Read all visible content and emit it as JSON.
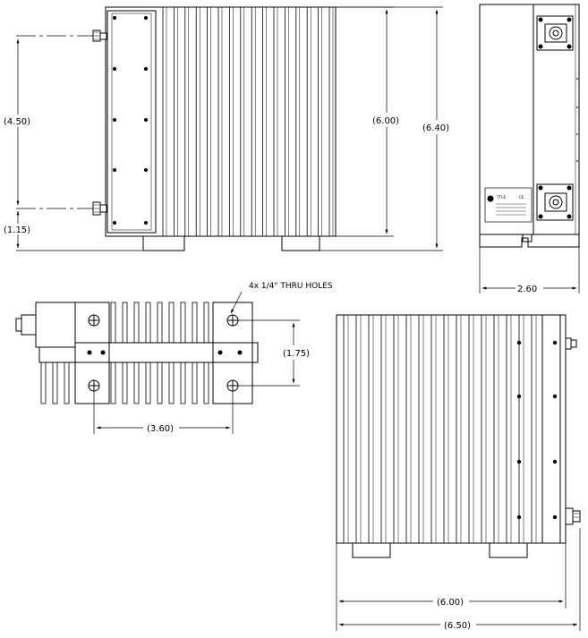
{
  "dimensions": {
    "front_height_inner": "(6.00)",
    "front_height_outer": "(6.40)",
    "connector_spacing": "(4.50)",
    "connector_bottom": "(1.15)",
    "side_depth": "2.60",
    "mount_hole_spacing_v": "(1.75)",
    "mount_hole_spacing_h": "(3.60)",
    "rear_width_inner": "(6.00)",
    "rear_width_outer": "(6.50)"
  },
  "callouts": {
    "holes": "4x  1/4\"  THRU HOLES"
  },
  "label_plate": {
    "brand": "TTI-E",
    "ce_mark": "CE"
  }
}
